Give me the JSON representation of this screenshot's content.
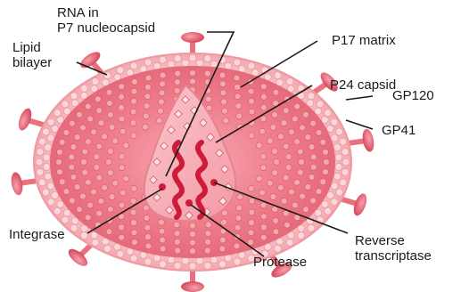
{
  "labels": {
    "rna": "RNA in\nP7 nucleocapsid",
    "lipid": "Lipid\nbilayer",
    "p17": "P17 matrix",
    "p24": "P24 capsid",
    "gp120": "GP120",
    "gp41": "GP41",
    "reverse": "Reverse\ntranscriptase",
    "integrase": "Integrase",
    "protease": "Protease"
  },
  "colors": {
    "membrane": "#f6b7bd",
    "matrix": "#ef7e8b",
    "capsid": "#f6aab4",
    "rna": "#cf1b3a",
    "spike": "#e9707e",
    "leader": "#1a1a1a"
  }
}
